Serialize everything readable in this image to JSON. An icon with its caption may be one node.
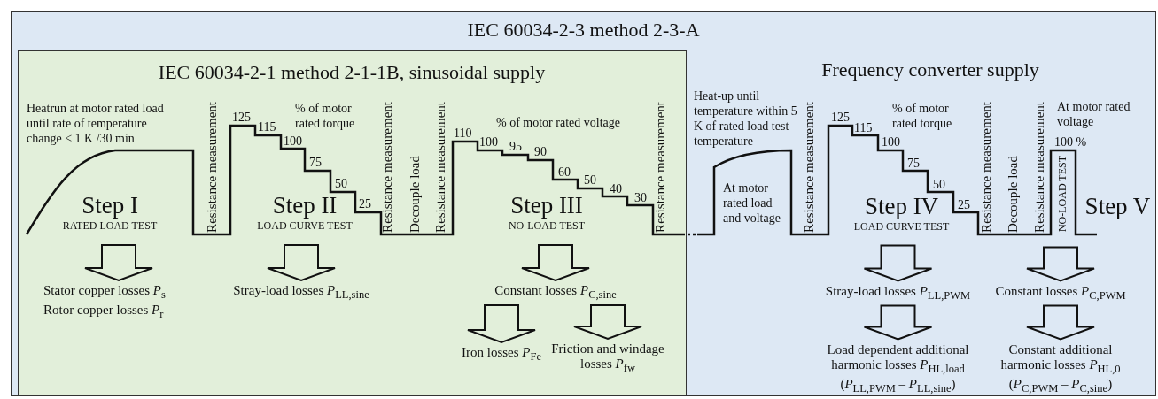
{
  "diagram": {
    "nodes": [
      {
        "text": [
          "IEC 60034-2-3 method 2-3-A"
        ]
      },
      {
        "text": [
          "IEC 60034-2-1 method 2-1-1B, sinusoidal supply"
        ],
        "in": 0
      },
      {
        "text": [
          "Step I",
          "RATED LOAD TEST"
        ],
        "in": 1
      },
      {
        "text": [
          "Step II",
          "LOAD CURVE TEST"
        ],
        "in": 1
      },
      {
        "text": [
          "Step III",
          "NO-LOAD TEST"
        ],
        "in": 1
      },
      {
        "text": [
          "Stator copper losses *P*$_{s}$",
          "Rotor copper losses *P*$_{r}$"
        ],
        "in": 1
      },
      {
        "text": [
          "Stray-load losses *P*$_{LL,sine}$"
        ],
        "in": 1
      },
      {
        "text": [
          "Constant losses *P*$_{C,sine}$"
        ],
        "in": 1
      },
      {
        "text": [
          "Iron losses *P*$_{Fe}$"
        ],
        "in": 1
      },
      {
        "text": [
          "Friction and windage losses *P*$_{fw}$"
        ],
        "in": 1
      },
      {
        "text": [
          "Step IV",
          "LOAD CURVE TEST"
        ],
        "in": 0
      },
      {
        "text": [
          "Step V"
        ],
        "in": 0
      },
      {
        "text": [
          "Stray-load losses *P*$_{LL,PWM}$"
        ],
        "in": 0
      },
      {
        "text": [
          "Constant losses *P*$_{C,PWM}$"
        ],
        "in": 0
      },
      {
        "text": [
          "Load dependent additional harmonic losses *P*$_{HL,load}$",
          "(*P*$_{LL,PWM}$ – *P*$_{LL,sine}$)"
        ],
        "in": 0
      },
      {
        "text": [
          "Constant additional harmonic losses *P*$_{HL,0}$",
          "(*P*$_{C,PWM}$ – *P*$_{C,sine}$)"
        ],
        "in": 0
      }
    ],
    "edges": [
      {
        "from": 2,
        "to": 5,
        "arrow": "to"
      },
      {
        "from": 3,
        "to": 6,
        "arrow": "to"
      },
      {
        "from": 4,
        "to": 7,
        "arrow": "to"
      },
      {
        "from": 7,
        "to": 8,
        "arrow": "to"
      },
      {
        "from": 7,
        "to": 9,
        "arrow": "to"
      },
      {
        "from": 10,
        "to": 12,
        "arrow": "to"
      },
      {
        "from": 11,
        "to": 13,
        "arrow": "to"
      },
      {
        "from": 12,
        "to": 14,
        "arrow": "to"
      },
      {
        "from": 13,
        "to": 15,
        "arrow": "to"
      }
    ],
    "labels": [
      "Frequency converter supply",
      "Heatrun at motor rated load until rate of temperature change < 1 K /30 min",
      "Resistance measurement",
      "125",
      "115",
      "100",
      "75",
      "50",
      "25",
      "% of motor rated torque",
      "Resistance measurement",
      "Decouple load",
      "Resistance measurement",
      "110",
      "100",
      "95",
      "90",
      "60",
      "50",
      "40",
      "30",
      "% of motor rated voltage",
      "Resistance measurement",
      "Heat-up until temperature within 5 K of rated load test temperature",
      "At motor rated load and voltage",
      "Resistance measurement",
      "125",
      "115",
      "100",
      "75",
      "50",
      "25",
      "% of motor rated torque",
      "Resistance measurement",
      "Decouple load",
      "Resistance measurement",
      "NO-LOAD TEST",
      "At motor rated voltage",
      "100 %"
    ]
  }
}
